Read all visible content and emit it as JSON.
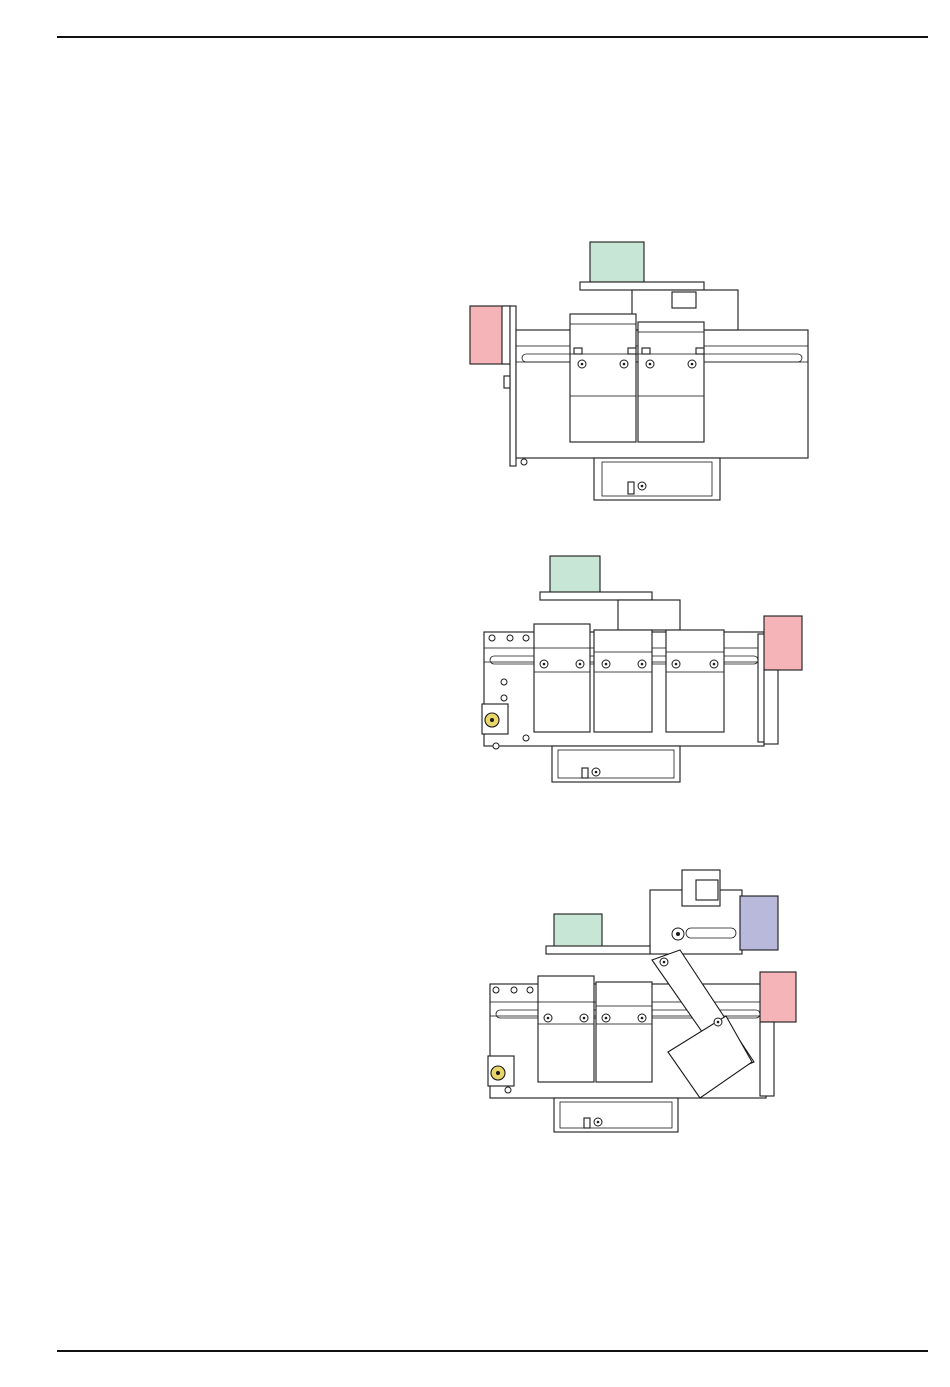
{
  "page": {
    "figures": [
      {
        "id": "view-1",
        "description_visible_text": ""
      },
      {
        "id": "view-2",
        "description_visible_text": ""
      },
      {
        "id": "view-3",
        "description_visible_text": ""
      }
    ]
  },
  "colors": {
    "motor_green": "#c8e6d6",
    "motor_red": "#f5b4b8",
    "motor_blue": "#b9b9dc",
    "indicator_yellow": "#e8d66a",
    "line": "#1a1a1a",
    "rule": "#111111",
    "background": "#ffffff"
  },
  "icons": {
    "screw": "screw-icon",
    "motor": "motor-icon",
    "indicator": "indicator-lamp-icon"
  }
}
